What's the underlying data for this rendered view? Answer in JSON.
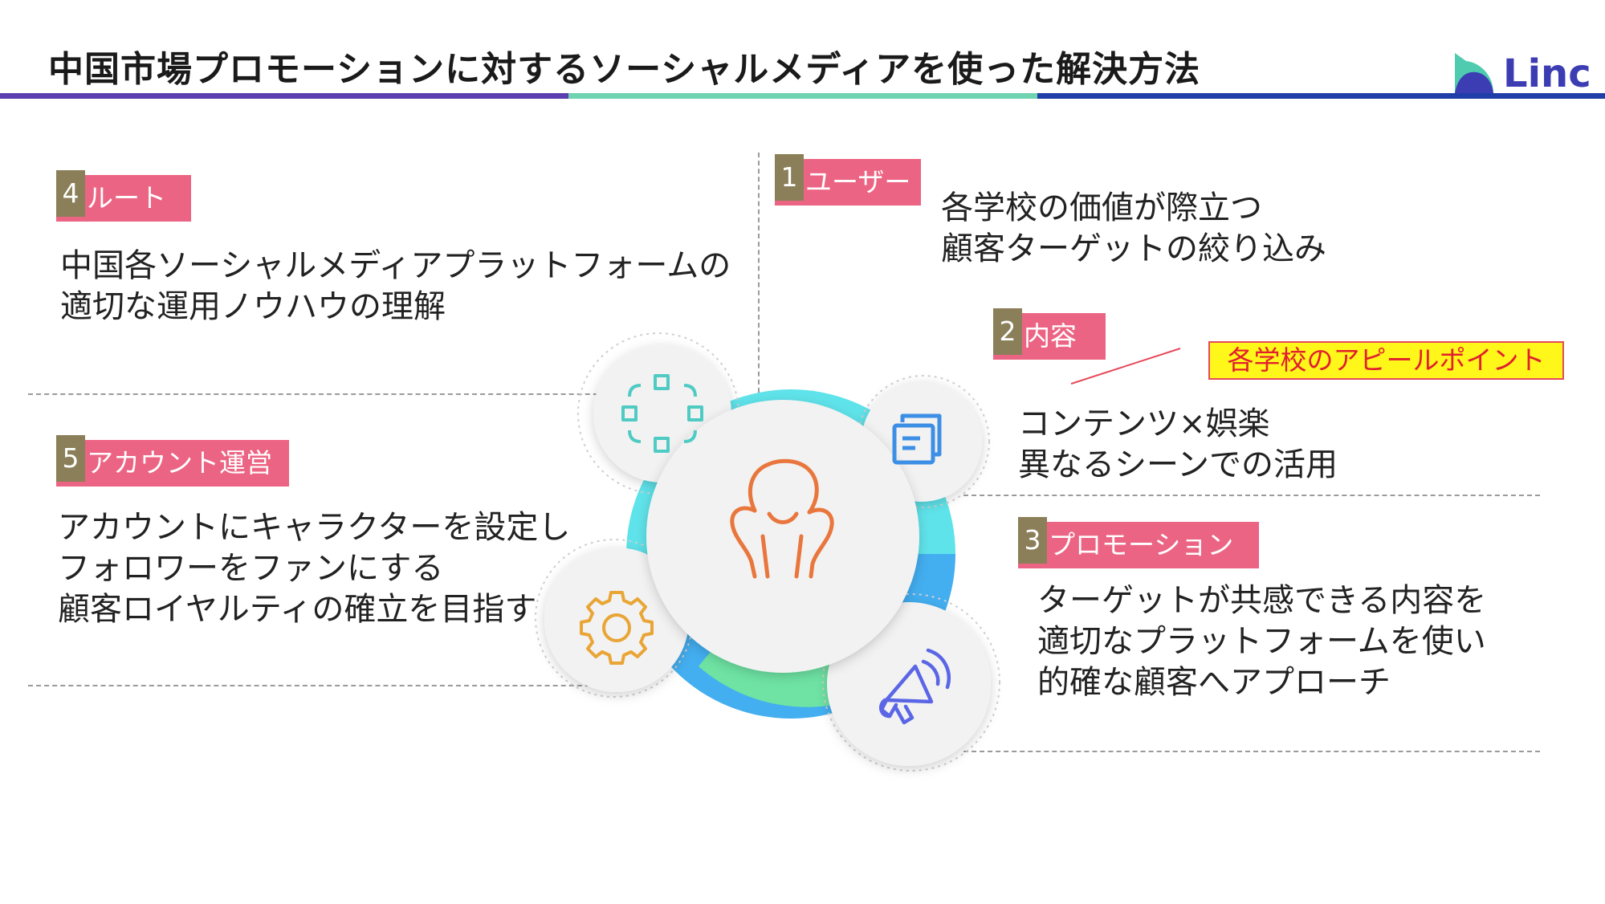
{
  "header": {
    "title": "中国市場プロモーションに対するソーシャルメディアを使った解決方法",
    "logo_text": "Linc",
    "colors": {
      "rule_purple": "#5b3fb0",
      "rule_teal": "#6fd3b0",
      "rule_blue": "#1f3ea8",
      "logo": "#3c3db3"
    }
  },
  "sections": {
    "user": {
      "num": "1",
      "label": "ユーザー",
      "lines": [
        "各学校の価値が際立つ",
        "顧客ターゲットの絞り込み"
      ]
    },
    "content": {
      "num": "2",
      "label": "内容",
      "callout": "各学校のアピールポイント",
      "lines": [
        "コンテンツ×娯楽",
        "異なるシーンでの活用"
      ]
    },
    "promotion": {
      "num": "3",
      "label": "プロモーション",
      "lines": [
        "ターゲットが共感できる内容を",
        "適切なプラットフォームを使い",
        "的確な顧客へアプローチ"
      ]
    },
    "route": {
      "num": "4",
      "label": "ルート",
      "lines": [
        "中国各ソーシャルメディアプラットフォームの",
        "適切な運用ノウハウの理解"
      ]
    },
    "account": {
      "num": "5",
      "label": "アカウント運営",
      "lines": [
        "アカウントにキャラクターを設定し",
        "フォロワーをファンにする",
        "顧客ロイヤルティの確立を目指す"
      ]
    }
  },
  "diagram": {
    "icons": [
      "person-icon",
      "focus-frame-icon",
      "document-icon",
      "gear-icon",
      "megaphone-icon"
    ],
    "colors": {
      "ring_cyan": "#5fe3ea",
      "ring_blue": "#43aef0",
      "ring_green": "#6ee3a3",
      "person": "#e9763d",
      "frame": "#4fcbc4",
      "doc": "#3d8fe6",
      "gear": "#e9a536",
      "megaphone": "#5a66e6",
      "tag": "#ec6483",
      "tag_num": "#8a7f58"
    }
  }
}
